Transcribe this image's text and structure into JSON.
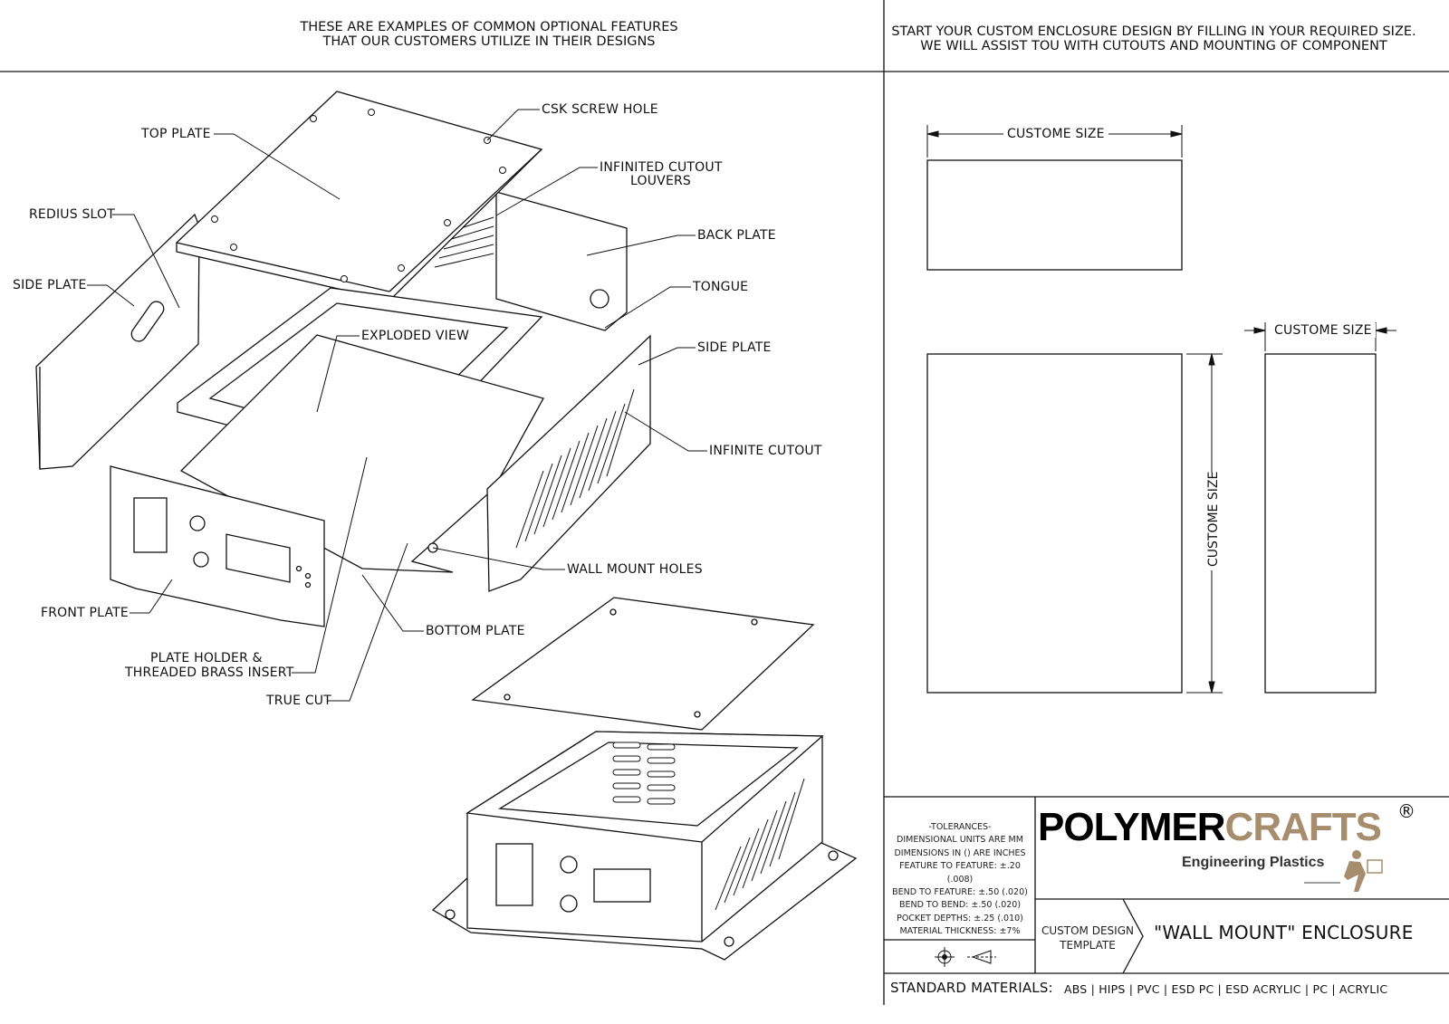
{
  "header": {
    "left": [
      "THESE ARE EXAMPLES OF COMMON OPTIONAL FEATURES",
      "THAT OUR CUSTOMERS UTILIZE IN THEIR DESIGNS"
    ],
    "right": [
      "START YOUR CUSTOM ENCLOSURE DESIGN BY FILLING IN YOUR REQUIRED SIZE.",
      "WE WILL ASSIST TOU WITH CUTOUTS AND MOUNTING OF COMPONENT"
    ]
  },
  "callouts": {
    "top_plate": "TOP PLATE",
    "csk_screw_hole": "CSK SCREW HOLE",
    "infinited_cutout": "INFINITED CUTOUT",
    "louvers": "LOUVERS",
    "redius_slot": "REDIUS SLOT",
    "back_plate": "BACK PLATE",
    "side_plate_left": "SIDE PLATE",
    "tongue": "TONGUE",
    "exploded_view": "EXPLODED VIEW",
    "side_plate_right": "SIDE PLATE",
    "infinite_cutout": "INFINITE CUTOUT",
    "wall_mount_holes": "WALL MOUNT HOLES",
    "front_plate": "FRONT PLATE",
    "bottom_plate": "BOTTOM PLATE",
    "plate_holder_1": "PLATE HOLDER &",
    "plate_holder_2": "THREADED BRASS INSERT",
    "true_cut": "TRUE CUT"
  },
  "dimensions": {
    "width": "CUSTOME SIZE",
    "height": "CUSTOME SIZE",
    "depth": "CUSTOME SIZE"
  },
  "title_block": {
    "tolerances": [
      "-TOLERANCES-",
      "DIMENSIONAL UNITS ARE MM",
      "DIMENSIONS IN () ARE INCHES",
      "FEATURE TO FEATURE: ±.20 (.008)",
      "BEND TO FEATURE: ±.50 (.020)",
      "BEND TO BEND: ±.50 (.020)",
      "POCKET DEPTHS: ±.25 (.010)",
      "MATERIAL THICKNESS: ±7%"
    ],
    "logo_part1": "POLYMER",
    "logo_part2": "CRAFTS",
    "logo_reg": "®",
    "logo_tagline": "Engineering Plastics",
    "doc_type_1": "CUSTOM DESIGN",
    "doc_type_2": "TEMPLATE",
    "title": "\"WALL MOUNT\" ENCLOSURE",
    "materials_label": "STANDARD MATERIALS:",
    "materials": "ABS | HIPS | PVC | ESD PC | ESD ACRYLIC | PC  | ACRYLIC",
    "accent_color": "#a58d6d"
  }
}
